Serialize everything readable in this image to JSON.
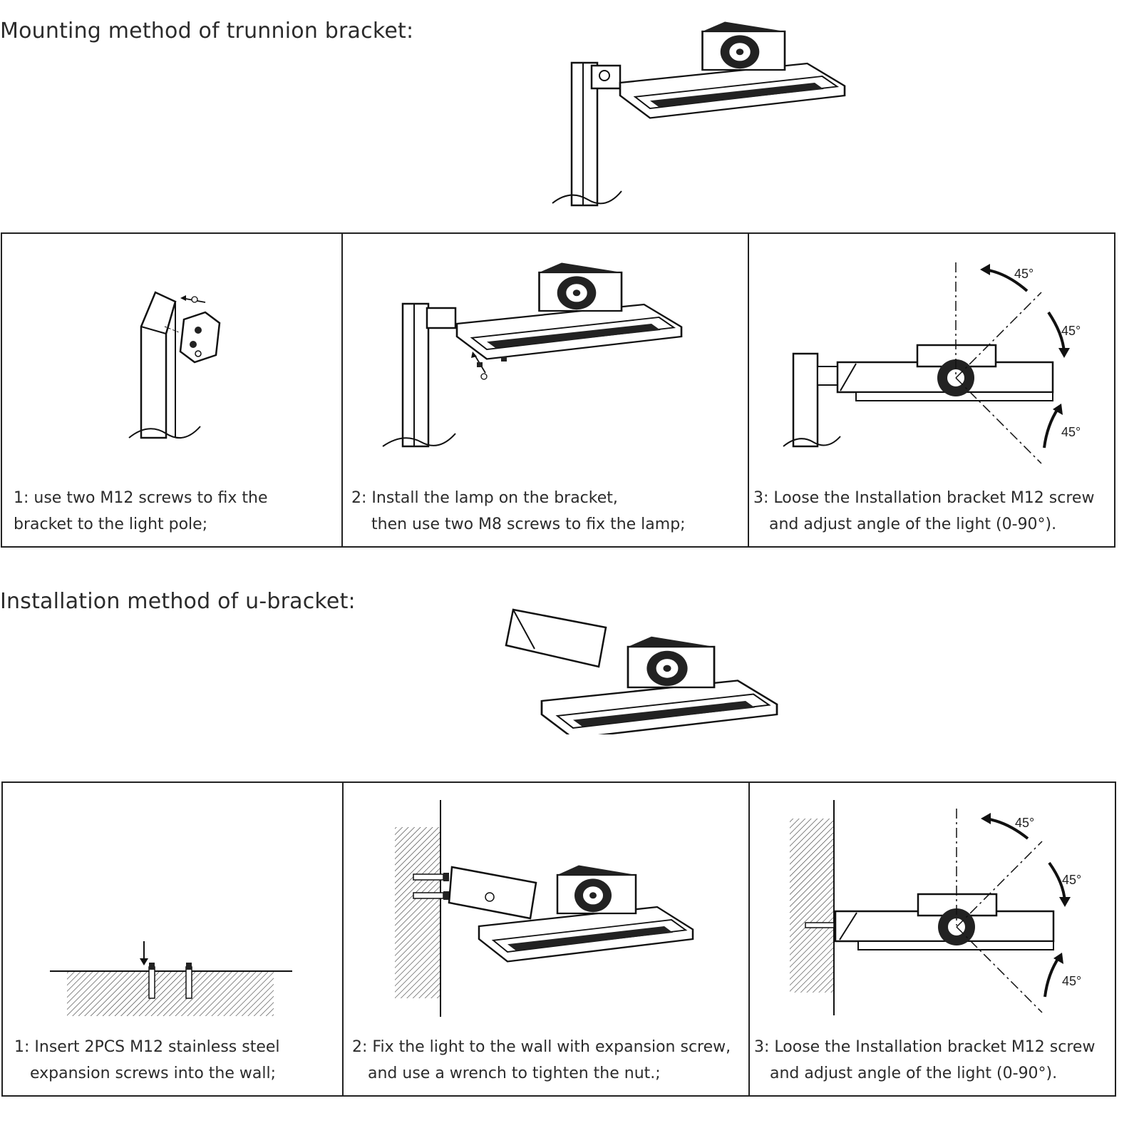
{
  "sections": [
    {
      "heading": "Mounting method of trunnion bracket:",
      "steps": [
        {
          "line1": "1: use two M12 screws to fix the",
          "line2": "bracket to the light pole;"
        },
        {
          "line1": "2: Install the lamp on the bracket,",
          "line2": "then use two M8 screws to fix the lamp;"
        },
        {
          "line1": "3: Loose the Installation bracket M12 screw",
          "line2": "and adjust angle of the light (0-90°)."
        }
      ]
    },
    {
      "heading": "Installation method of u-bracket:",
      "steps": [
        {
          "line1": "1: Insert 2PCS M12 stainless steel",
          "line2": "expansion screws into the wall;"
        },
        {
          "line1": "2: Fix the light to the wall with expansion screw,",
          "line2": "and use a wrench to tighten the nut.;"
        },
        {
          "line1": "3: Loose the Installation bracket M12 screw",
          "line2": "and adjust angle of the light (0-90°)."
        }
      ]
    }
  ],
  "angle_label": "45°"
}
